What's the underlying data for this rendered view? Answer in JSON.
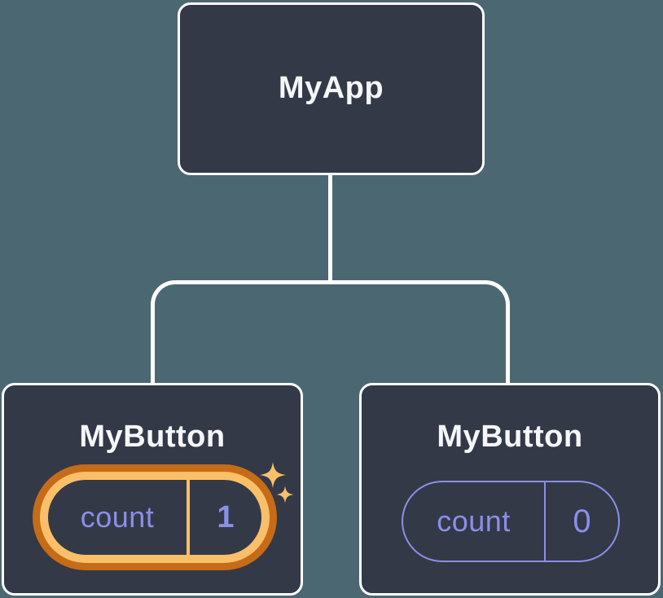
{
  "tree": {
    "root": {
      "label": "MyApp"
    },
    "children": [
      {
        "label": "MyButton",
        "state_name": "count",
        "state_value": "1",
        "highlighted": true
      },
      {
        "label": "MyButton",
        "state_name": "count",
        "state_value": "0",
        "highlighted": false
      }
    ]
  },
  "icons": {
    "sparkles": "sparkles-icon (two four-point stars marking updated state)"
  },
  "colors": {
    "background": "#4B6872",
    "node_fill": "#343947",
    "node_border": "#FFFFFF",
    "connector": "#FFFFFF",
    "label_text": "#F6F7F9",
    "state_purple": "#8A8FE8",
    "highlight_orange_dark": "#C66B17",
    "highlight_gold": "#FABF69",
    "sparkle_gold": "#F9C06A"
  }
}
